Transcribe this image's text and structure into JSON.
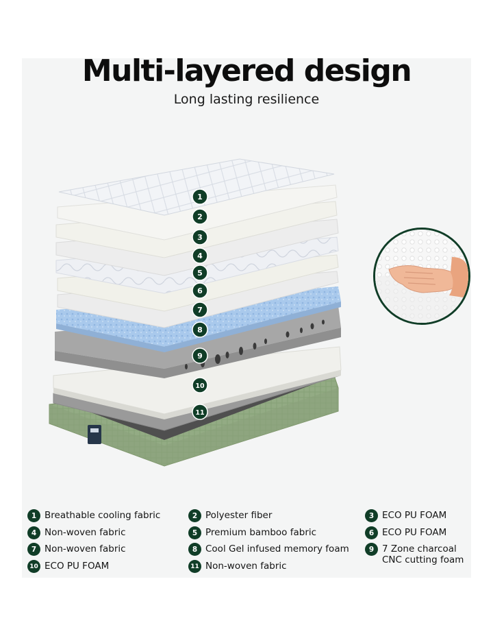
{
  "header": {
    "title": "Multi-layered design",
    "subtitle": "Long lasting resilience"
  },
  "layers": [
    {
      "number": "1",
      "label": "Breathable cooling fabric"
    },
    {
      "number": "2",
      "label": "Polyester fiber"
    },
    {
      "number": "3",
      "label": "ECO PU FOAM"
    },
    {
      "number": "4",
      "label": "Non-woven fabric"
    },
    {
      "number": "5",
      "label": "Premium bamboo fabric"
    },
    {
      "number": "6",
      "label": "ECO PU FOAM"
    },
    {
      "number": "7",
      "label": "Non-woven fabric"
    },
    {
      "number": "8",
      "label": "Cool Gel infused memory foam"
    },
    {
      "number": "9",
      "label": "7 Zone charcoal\nCNC cutting foam"
    },
    {
      "number": "10",
      "label": "ECO PU FOAM"
    },
    {
      "number": "11",
      "label": "Non-woven fabric"
    }
  ],
  "colors": {
    "badge": "#103d27",
    "gel_foam": "#a9c9ec",
    "charcoal_foam": "#9a9a9a",
    "base_cover": "#93ab84"
  },
  "images": {
    "inset": "hand-pressing-foam-closeup"
  }
}
